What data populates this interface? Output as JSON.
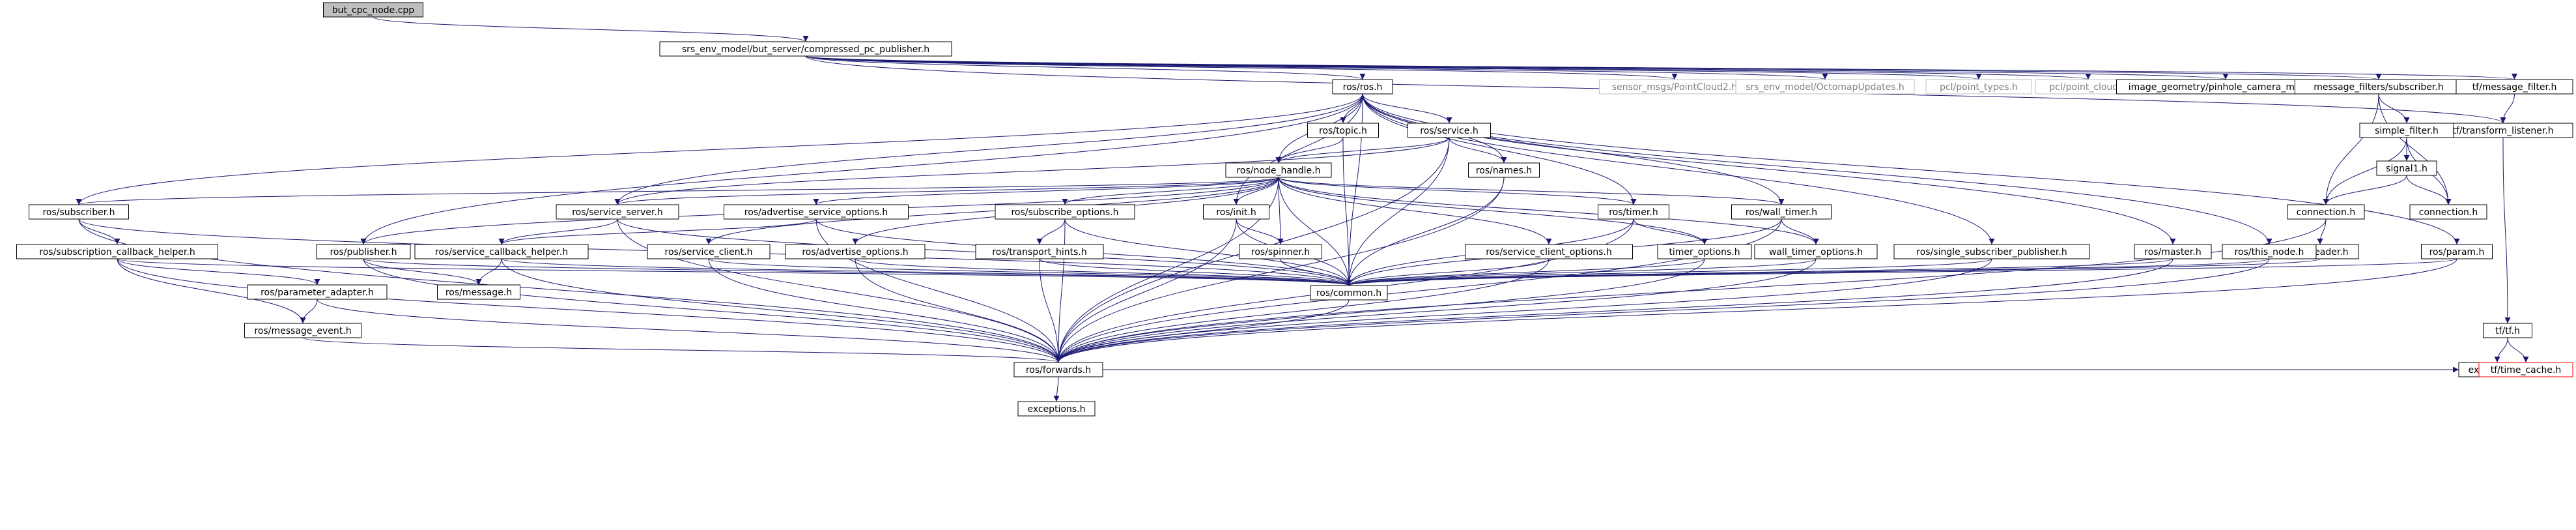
{
  "nodes": [
    {
      "id": "root",
      "label": "but_cpc_node.cpp",
      "kind": "root"
    },
    {
      "id": "srs",
      "label": "srs_env_model/but_server/compressed_pc_publisher.h",
      "kind": "normal"
    },
    {
      "id": "rosros",
      "label": "ros/ros.h",
      "kind": "normal"
    },
    {
      "id": "sensor",
      "label": "sensor_msgs/PointCloud2.h",
      "kind": "ext"
    },
    {
      "id": "octomap",
      "label": "srs_env_model/OctomapUpdates.h",
      "kind": "ext"
    },
    {
      "id": "pcltypes",
      "label": "pcl/point_types.h",
      "kind": "ext"
    },
    {
      "id": "pclcloud",
      "label": "pcl/point_cloud.h",
      "kind": "ext"
    },
    {
      "id": "imggeom",
      "label": "image_geometry/pinhole_camera_model.h",
      "kind": "normal"
    },
    {
      "id": "mfsub",
      "label": "message_filters/subscriber.h",
      "kind": "normal"
    },
    {
      "id": "tfmf",
      "label": "tf/message_filter.h",
      "kind": "normal"
    },
    {
      "id": "tftl",
      "label": "tf/transform_listener.h",
      "kind": "normal"
    },
    {
      "id": "simplefilter",
      "label": "simple_filter.h",
      "kind": "normal"
    },
    {
      "id": "signal1",
      "label": "signal1.h",
      "kind": "normal"
    },
    {
      "id": "connA",
      "label": "connection.h",
      "kind": "normal"
    },
    {
      "id": "connB",
      "label": "connection.h",
      "kind": "normal"
    },
    {
      "id": "header",
      "label": "ros/header.h",
      "kind": "normal"
    },
    {
      "id": "param",
      "label": "ros/param.h",
      "kind": "normal"
    },
    {
      "id": "topic",
      "label": "ros/topic.h",
      "kind": "normal"
    },
    {
      "id": "service",
      "label": "ros/service.h",
      "kind": "normal"
    },
    {
      "id": "nodehandle",
      "label": "ros/node_handle.h",
      "kind": "normal"
    },
    {
      "id": "names",
      "label": "ros/names.h",
      "kind": "normal"
    },
    {
      "id": "subscriber",
      "label": "ros/subscriber.h",
      "kind": "normal"
    },
    {
      "id": "servserver",
      "label": "ros/service_server.h",
      "kind": "normal"
    },
    {
      "id": "advsrvopt",
      "label": "ros/advertise_service_options.h",
      "kind": "normal"
    },
    {
      "id": "subopt",
      "label": "ros/subscribe_options.h",
      "kind": "normal"
    },
    {
      "id": "init",
      "label": "ros/init.h",
      "kind": "normal"
    },
    {
      "id": "timer",
      "label": "ros/timer.h",
      "kind": "normal"
    },
    {
      "id": "walltimer",
      "label": "ros/wall_timer.h",
      "kind": "normal"
    },
    {
      "id": "subcbhelper",
      "label": "ros/subscription_callback_helper.h",
      "kind": "normal"
    },
    {
      "id": "publisher",
      "label": "ros/publisher.h",
      "kind": "normal"
    },
    {
      "id": "servcbhelper",
      "label": "ros/service_callback_helper.h",
      "kind": "normal"
    },
    {
      "id": "servclient",
      "label": "ros/service_client.h",
      "kind": "normal"
    },
    {
      "id": "advopt",
      "label": "ros/advertise_options.h",
      "kind": "normal"
    },
    {
      "id": "transhints",
      "label": "ros/transport_hints.h",
      "kind": "normal"
    },
    {
      "id": "spinner",
      "label": "ros/spinner.h",
      "kind": "normal"
    },
    {
      "id": "servclientopt",
      "label": "ros/service_client_options.h",
      "kind": "normal"
    },
    {
      "id": "timeropt",
      "label": "timer_options.h",
      "kind": "normal"
    },
    {
      "id": "walltimeropt",
      "label": "wall_timer_options.h",
      "kind": "normal"
    },
    {
      "id": "singlesub",
      "label": "ros/single_subscriber_publisher.h",
      "kind": "normal"
    },
    {
      "id": "master",
      "label": "ros/master.h",
      "kind": "normal"
    },
    {
      "id": "thisnode",
      "label": "ros/this_node.h",
      "kind": "normal"
    },
    {
      "id": "paramadapter",
      "label": "ros/parameter_adapter.h",
      "kind": "normal"
    },
    {
      "id": "message",
      "label": "ros/message.h",
      "kind": "normal"
    },
    {
      "id": "msgevent",
      "label": "ros/message_event.h",
      "kind": "normal"
    },
    {
      "id": "common",
      "label": "ros/common.h",
      "kind": "normal"
    },
    {
      "id": "forwards",
      "label": "ros/forwards.h",
      "kind": "normal"
    },
    {
      "id": "exceptionsA",
      "label": "exceptions.h",
      "kind": "normal"
    },
    {
      "id": "exceptionsB",
      "label": "exceptions.h",
      "kind": "normal"
    },
    {
      "id": "tftf",
      "label": "tf/tf.h",
      "kind": "normal"
    },
    {
      "id": "timecache",
      "label": "tf/time_cache.h",
      "kind": "red"
    }
  ],
  "edges": [
    [
      "root",
      "srs"
    ],
    [
      "srs",
      "rosros"
    ],
    [
      "srs",
      "sensor"
    ],
    [
      "srs",
      "octomap"
    ],
    [
      "srs",
      "pcltypes"
    ],
    [
      "srs",
      "pclcloud"
    ],
    [
      "srs",
      "imggeom"
    ],
    [
      "srs",
      "mfsub"
    ],
    [
      "srs",
      "tfmf"
    ],
    [
      "srs",
      "tftl"
    ],
    [
      "tfmf",
      "tftl"
    ],
    [
      "tftl",
      "tftf"
    ],
    [
      "tftf",
      "timecache"
    ],
    [
      "tftf",
      "exceptionsB"
    ],
    [
      "timecache",
      "exceptionsB"
    ],
    [
      "mfsub",
      "simplefilter"
    ],
    [
      "mfsub",
      "connA"
    ],
    [
      "mfsub",
      "connB"
    ],
    [
      "simplefilter",
      "signal1"
    ],
    [
      "simplefilter",
      "connA"
    ],
    [
      "simplefilter",
      "connB"
    ],
    [
      "signal1",
      "connA"
    ],
    [
      "signal1",
      "connB"
    ],
    [
      "connA",
      "header"
    ],
    [
      "connA",
      "forwards"
    ],
    [
      "header",
      "common"
    ],
    [
      "rosros",
      "topic"
    ],
    [
      "rosros",
      "service"
    ],
    [
      "rosros",
      "nodehandle"
    ],
    [
      "rosros",
      "names"
    ],
    [
      "rosros",
      "subscriber"
    ],
    [
      "rosros",
      "servserver"
    ],
    [
      "rosros",
      "publisher"
    ],
    [
      "rosros",
      "init"
    ],
    [
      "rosros",
      "common"
    ],
    [
      "rosros",
      "walltimer"
    ],
    [
      "rosros",
      "singlesub"
    ],
    [
      "rosros",
      "master"
    ],
    [
      "rosros",
      "thisnode"
    ],
    [
      "rosros",
      "param"
    ],
    [
      "rosros",
      "timer"
    ],
    [
      "topic",
      "nodehandle"
    ],
    [
      "topic",
      "common"
    ],
    [
      "service",
      "nodehandle"
    ],
    [
      "service",
      "names"
    ],
    [
      "service",
      "servserver"
    ],
    [
      "service",
      "common"
    ],
    [
      "service",
      "forwards"
    ],
    [
      "names",
      "common"
    ],
    [
      "names",
      "forwards"
    ],
    [
      "nodehandle",
      "subscriber"
    ],
    [
      "nodehandle",
      "servserver"
    ],
    [
      "nodehandle",
      "advsrvopt"
    ],
    [
      "nodehandle",
      "subopt"
    ],
    [
      "nodehandle",
      "init"
    ],
    [
      "nodehandle",
      "timer"
    ],
    [
      "nodehandle",
      "walltimer"
    ],
    [
      "nodehandle",
      "publisher"
    ],
    [
      "nodehandle",
      "servclient"
    ],
    [
      "nodehandle",
      "advopt"
    ],
    [
      "nodehandle",
      "spinner"
    ],
    [
      "nodehandle",
      "servclientopt"
    ],
    [
      "nodehandle",
      "timeropt"
    ],
    [
      "nodehandle",
      "walltimeropt"
    ],
    [
      "nodehandle",
      "common"
    ],
    [
      "nodehandle",
      "forwards"
    ],
    [
      "subscriber",
      "subcbhelper"
    ],
    [
      "subscriber",
      "common"
    ],
    [
      "subscriber",
      "forwards"
    ],
    [
      "servserver",
      "servcbhelper"
    ],
    [
      "servserver",
      "common"
    ],
    [
      "servserver",
      "forwards"
    ],
    [
      "advsrvopt",
      "servcbhelper"
    ],
    [
      "advsrvopt",
      "common"
    ],
    [
      "advsrvopt",
      "forwards"
    ],
    [
      "subopt",
      "transhints"
    ],
    [
      "subopt",
      "common"
    ],
    [
      "subopt",
      "forwards"
    ],
    [
      "init",
      "spinner"
    ],
    [
      "init",
      "common"
    ],
    [
      "init",
      "forwards"
    ],
    [
      "timer",
      "timeropt"
    ],
    [
      "timer",
      "common"
    ],
    [
      "timer",
      "forwards"
    ],
    [
      "walltimer",
      "walltimeropt"
    ],
    [
      "walltimer",
      "common"
    ],
    [
      "walltimer",
      "forwards"
    ],
    [
      "subcbhelper",
      "paramadapter"
    ],
    [
      "subcbhelper",
      "msgevent"
    ],
    [
      "subcbhelper",
      "common"
    ],
    [
      "subcbhelper",
      "forwards"
    ],
    [
      "publisher",
      "message"
    ],
    [
      "publisher",
      "common"
    ],
    [
      "publisher",
      "forwards"
    ],
    [
      "servcbhelper",
      "message"
    ],
    [
      "servcbhelper",
      "common"
    ],
    [
      "servcbhelper",
      "forwards"
    ],
    [
      "servclient",
      "common"
    ],
    [
      "servclient",
      "forwards"
    ],
    [
      "advopt",
      "common"
    ],
    [
      "advopt",
      "forwards"
    ],
    [
      "transhints",
      "common"
    ],
    [
      "transhints",
      "forwards"
    ],
    [
      "spinner",
      "common"
    ],
    [
      "servclientopt",
      "common"
    ],
    [
      "servclientopt",
      "forwards"
    ],
    [
      "timeropt",
      "common"
    ],
    [
      "timeropt",
      "forwards"
    ],
    [
      "walltimeropt",
      "common"
    ],
    [
      "walltimeropt",
      "forwards"
    ],
    [
      "singlesub",
      "common"
    ],
    [
      "singlesub",
      "forwards"
    ],
    [
      "master",
      "common"
    ],
    [
      "master",
      "forwards"
    ],
    [
      "thisnode",
      "common"
    ],
    [
      "thisnode",
      "forwards"
    ],
    [
      "param",
      "common"
    ],
    [
      "param",
      "forwards"
    ],
    [
      "paramadapter",
      "msgevent"
    ],
    [
      "paramadapter",
      "forwards"
    ],
    [
      "msgevent",
      "forwards"
    ],
    [
      "common",
      "forwards"
    ],
    [
      "forwards",
      "exceptionsA"
    ],
    [
      "forwards",
      "exceptionsB"
    ]
  ]
}
